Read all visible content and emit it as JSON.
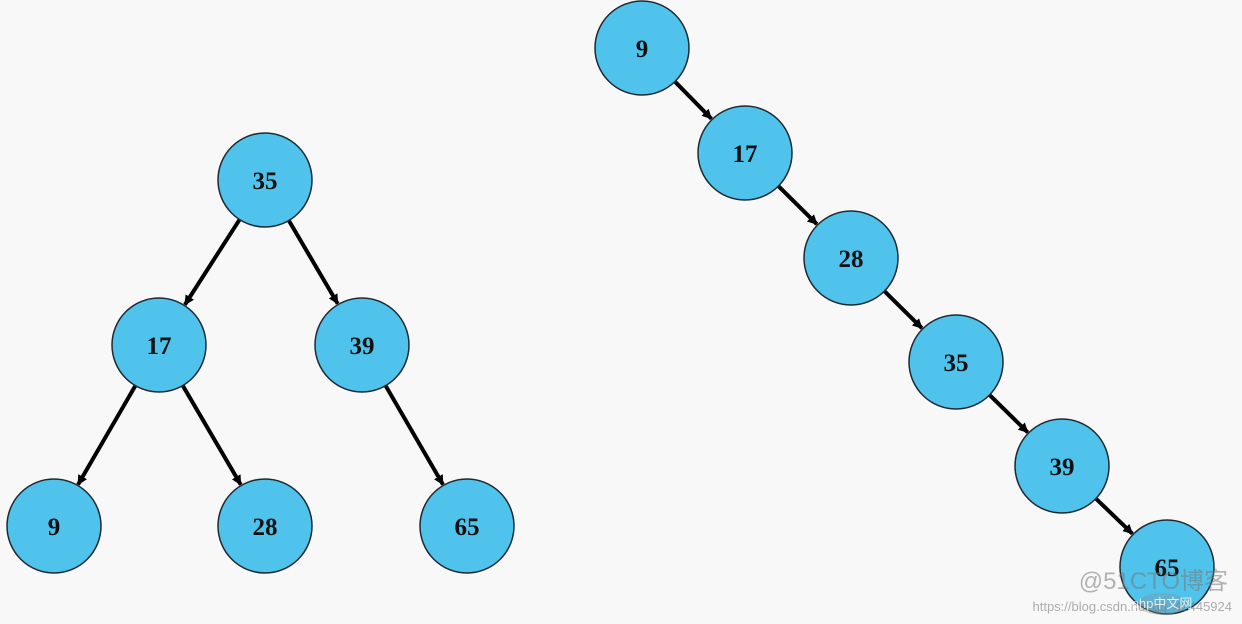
{
  "style": {
    "node_fill": "#4fc3ec",
    "node_stroke": "#1f2a30",
    "edge_color": "#000000",
    "label_color": "#111111"
  },
  "balanced_tree": {
    "nodes": [
      {
        "id": "b35",
        "label": "35"
      },
      {
        "id": "b17",
        "label": "17"
      },
      {
        "id": "b39",
        "label": "39"
      },
      {
        "id": "b9",
        "label": "9"
      },
      {
        "id": "b28",
        "label": "28"
      },
      {
        "id": "b65",
        "label": "65"
      }
    ],
    "edges": [
      {
        "from": "b35",
        "to": "b17"
      },
      {
        "from": "b35",
        "to": "b39"
      },
      {
        "from": "b17",
        "to": "b9"
      },
      {
        "from": "b17",
        "to": "b28"
      },
      {
        "from": "b39",
        "to": "b65"
      }
    ]
  },
  "degenerate_tree": {
    "nodes": [
      {
        "id": "d9",
        "label": "9"
      },
      {
        "id": "d17",
        "label": "17"
      },
      {
        "id": "d28",
        "label": "28"
      },
      {
        "id": "d35",
        "label": "35"
      },
      {
        "id": "d39",
        "label": "39"
      },
      {
        "id": "d65",
        "label": "65"
      }
    ],
    "edges": [
      {
        "from": "d9",
        "to": "d17"
      },
      {
        "from": "d17",
        "to": "d28"
      },
      {
        "from": "d28",
        "to": "d35"
      },
      {
        "from": "d35",
        "to": "d39"
      },
      {
        "from": "d39",
        "to": "d65"
      }
    ]
  },
  "watermark": {
    "main": "@51CTO博客",
    "url": "https://blog.csdn.net/qq_42445924",
    "logo": "php中文网"
  }
}
